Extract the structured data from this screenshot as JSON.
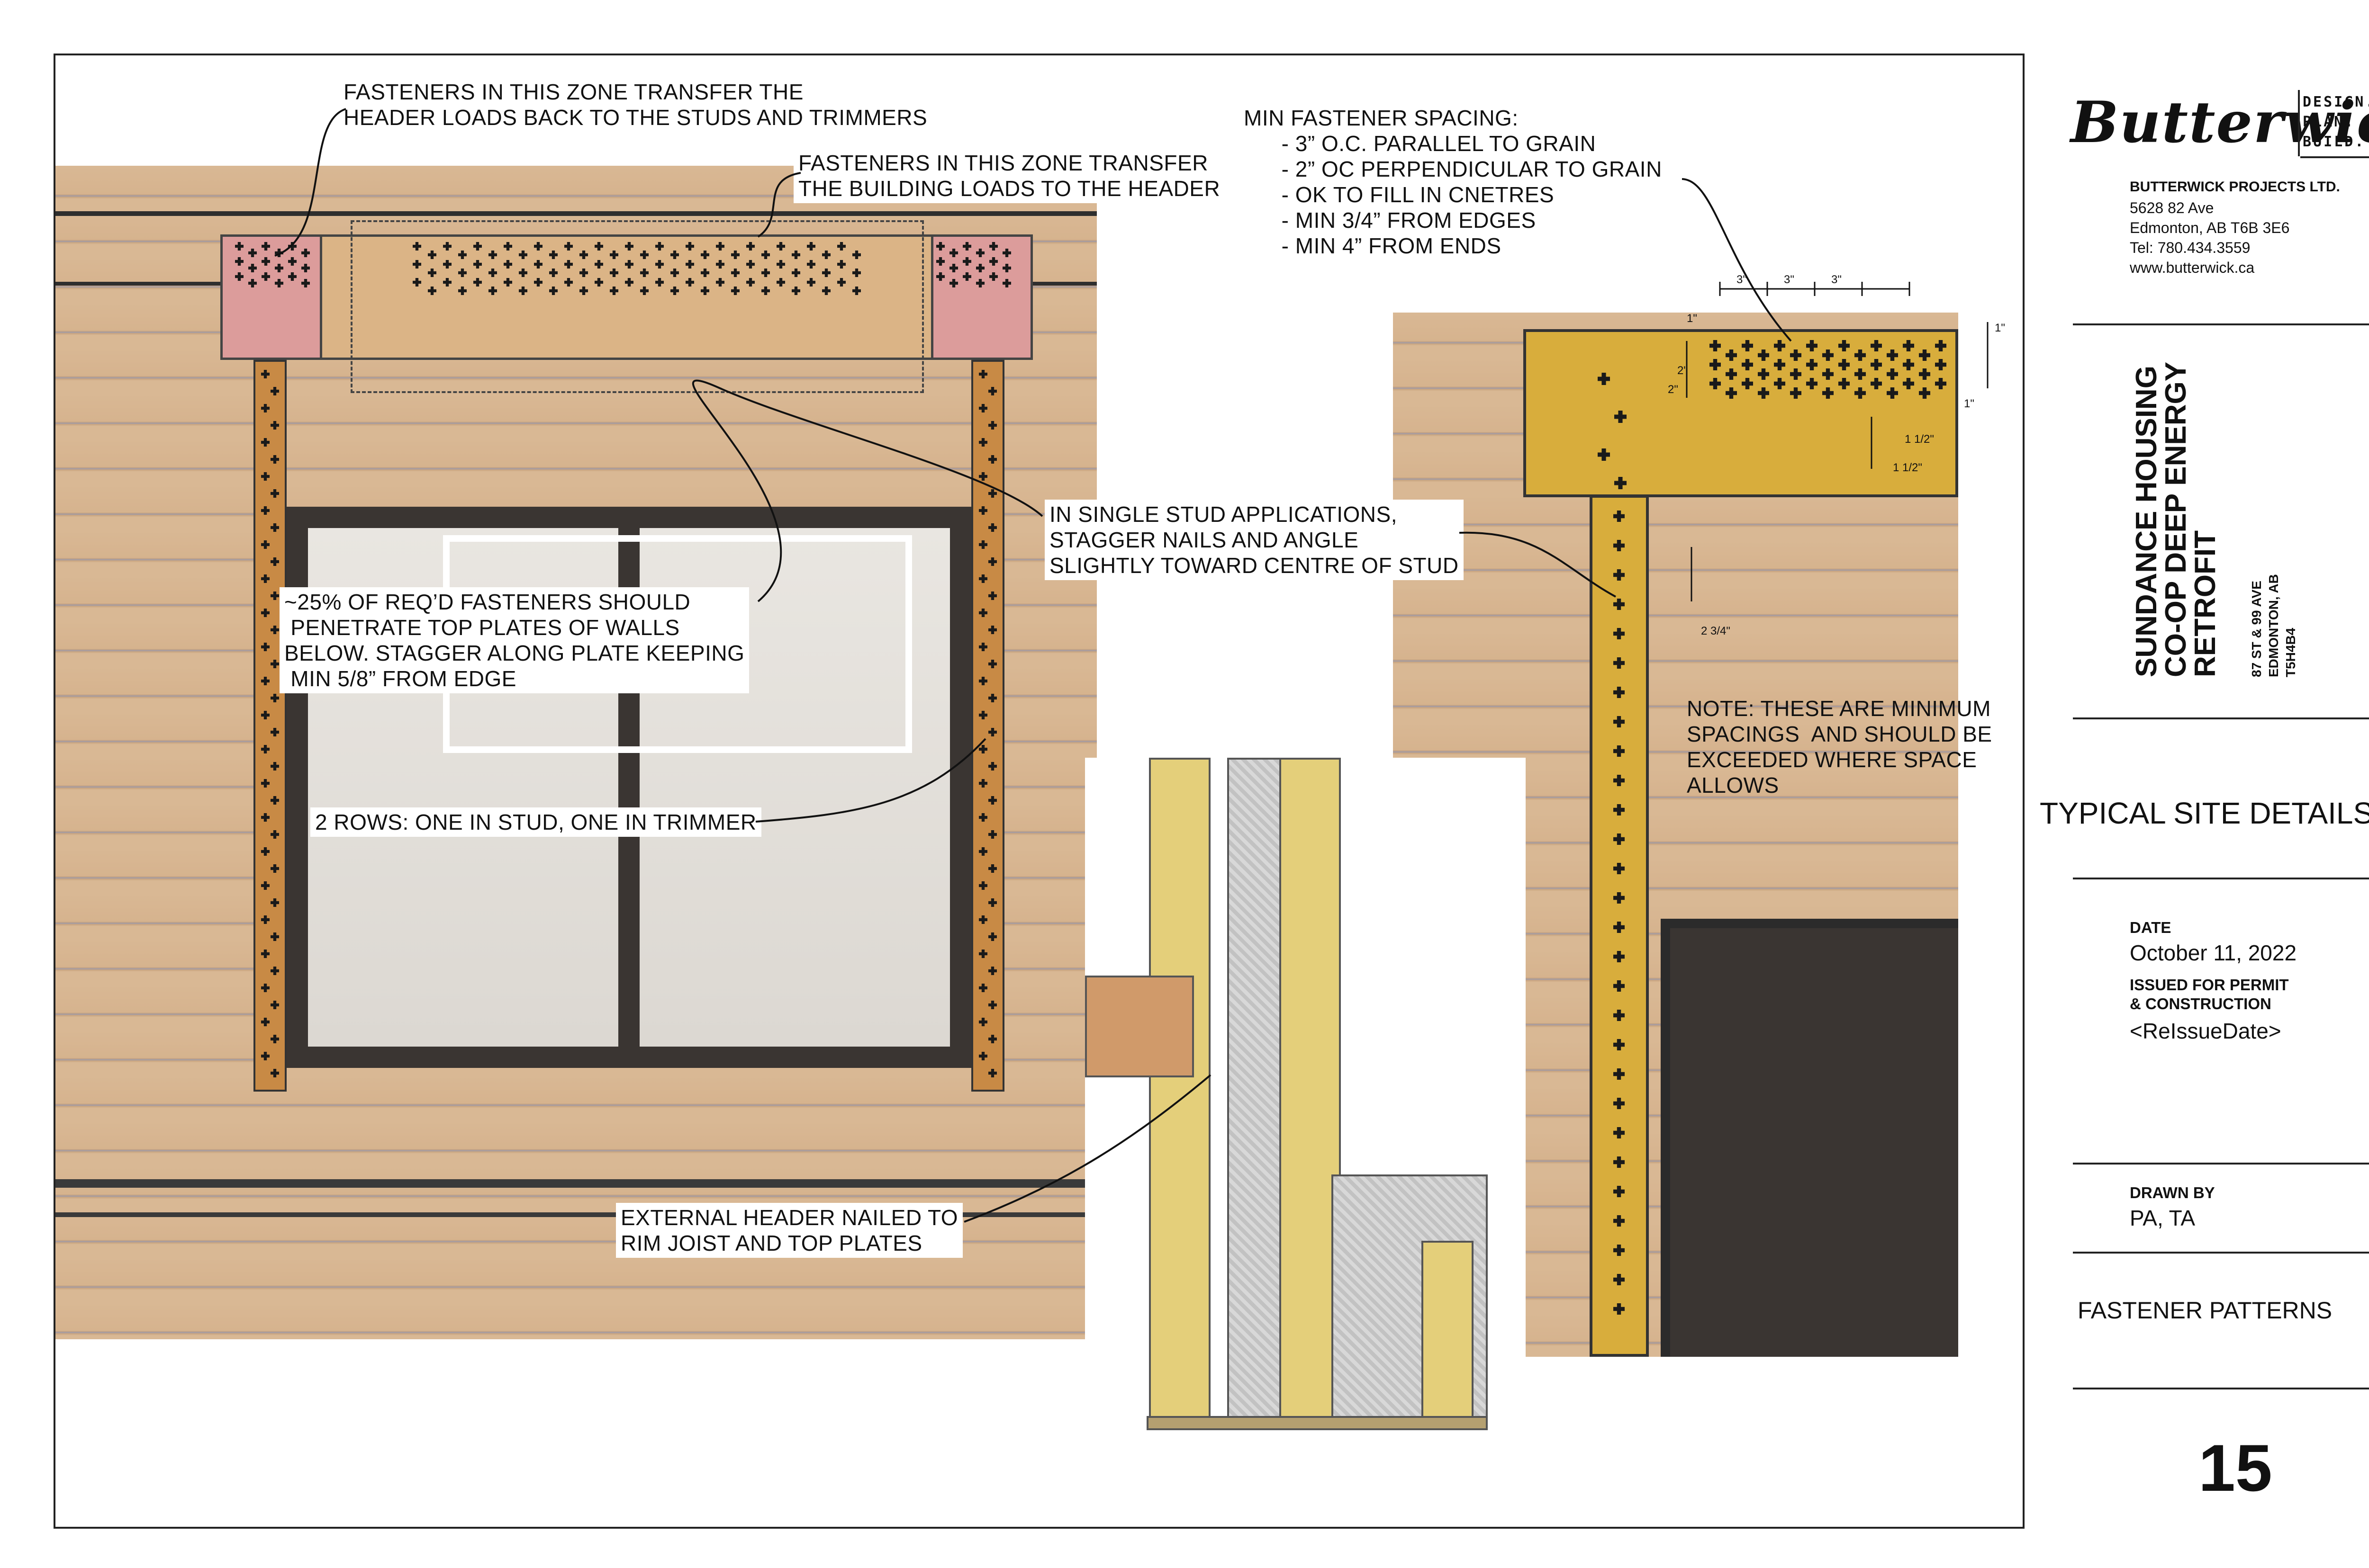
{
  "callouts": {
    "header_zone_studs": "FASTENERS IN THIS ZONE TRANSFER THE\nHEADER LOADS BACK TO THE STUDS AND TRIMMERS",
    "header_zone_building": "FASTENERS IN THIS ZONE TRANSFER\nTHE BUILDING LOADS TO THE HEADER",
    "min_spacing": "MIN FASTENER SPACING:\n      - 3” O.C. PARALLEL TO GRAIN\n      - 2” OC PERPENDICULAR TO GRAIN\n      - OK TO FILL IN CNETRES\n      - MIN 3/4” FROM EDGES\n      - MIN 4” FROM ENDS",
    "top_plates": "~25% OF REQ’D FASTENERS SHOULD\n PENETRATE TOP PLATES OF WALLS\nBELOW. STAGGER ALONG PLATE KEEPING\n MIN 5/8” FROM EDGE",
    "single_stud": "IN SINGLE STUD APPLICATIONS,\nSTAGGER NAILS AND ANGLE\nSLIGHTLY TOWARD CENTRE OF STUD",
    "two_rows": "2 ROWS: ONE IN STUD, ONE IN TRIMMER",
    "minimum_note": "NOTE: THESE ARE MINIMUM\nSPACINGS  AND SHOULD BE\nEXCEEDED WHERE SPACE\nALLOWS",
    "external_header": "EXTERNAL HEADER NAILED TO\nRIM JOIST AND TOP PLATES"
  },
  "dimensions": {
    "three_in": "3\"",
    "two_in": "2\"",
    "one_in": "1\"",
    "one_half_in": "1 1/2\"",
    "two_three_quarter_in": "2 3/4\""
  },
  "title_block": {
    "logo": "Butterwick",
    "tagline": "DESIGN.\nPLAN.\nBUILD.",
    "company": "BUTTERWICK PROJECTS LTD.",
    "address": "5628 82 Ave\nEdmonton, AB T6B 3E6\nTel: 780.434.3559\nwww.butterwick.ca",
    "project_name": "SUNDANCE HOUSING\nCO-OP DEEP ENERGY\nRETROFIT",
    "project_address": "87 ST & 99 AVE\nEDMONTON, AB\nT5H4B4",
    "sheet_title": "TYPICAL SITE DETAILS",
    "date_label": "DATE",
    "date_value": "October 11, 2022",
    "issued_label": "ISSUED FOR PERMIT\n& CONSTRUCTION",
    "reissue_value": "<ReIssueDate>",
    "drawn_label": "DRAWN BY",
    "drawn_value": "PA, TA",
    "drawing_name": "FASTENER PATTERNS",
    "sheet_number": "15"
  },
  "colors": {
    "siding": "#d9b894",
    "lumber": "#d8ad3c",
    "header_end": "#e1a6a4",
    "window_frame": "#3a3532",
    "fastener": "#1a1a1a"
  }
}
